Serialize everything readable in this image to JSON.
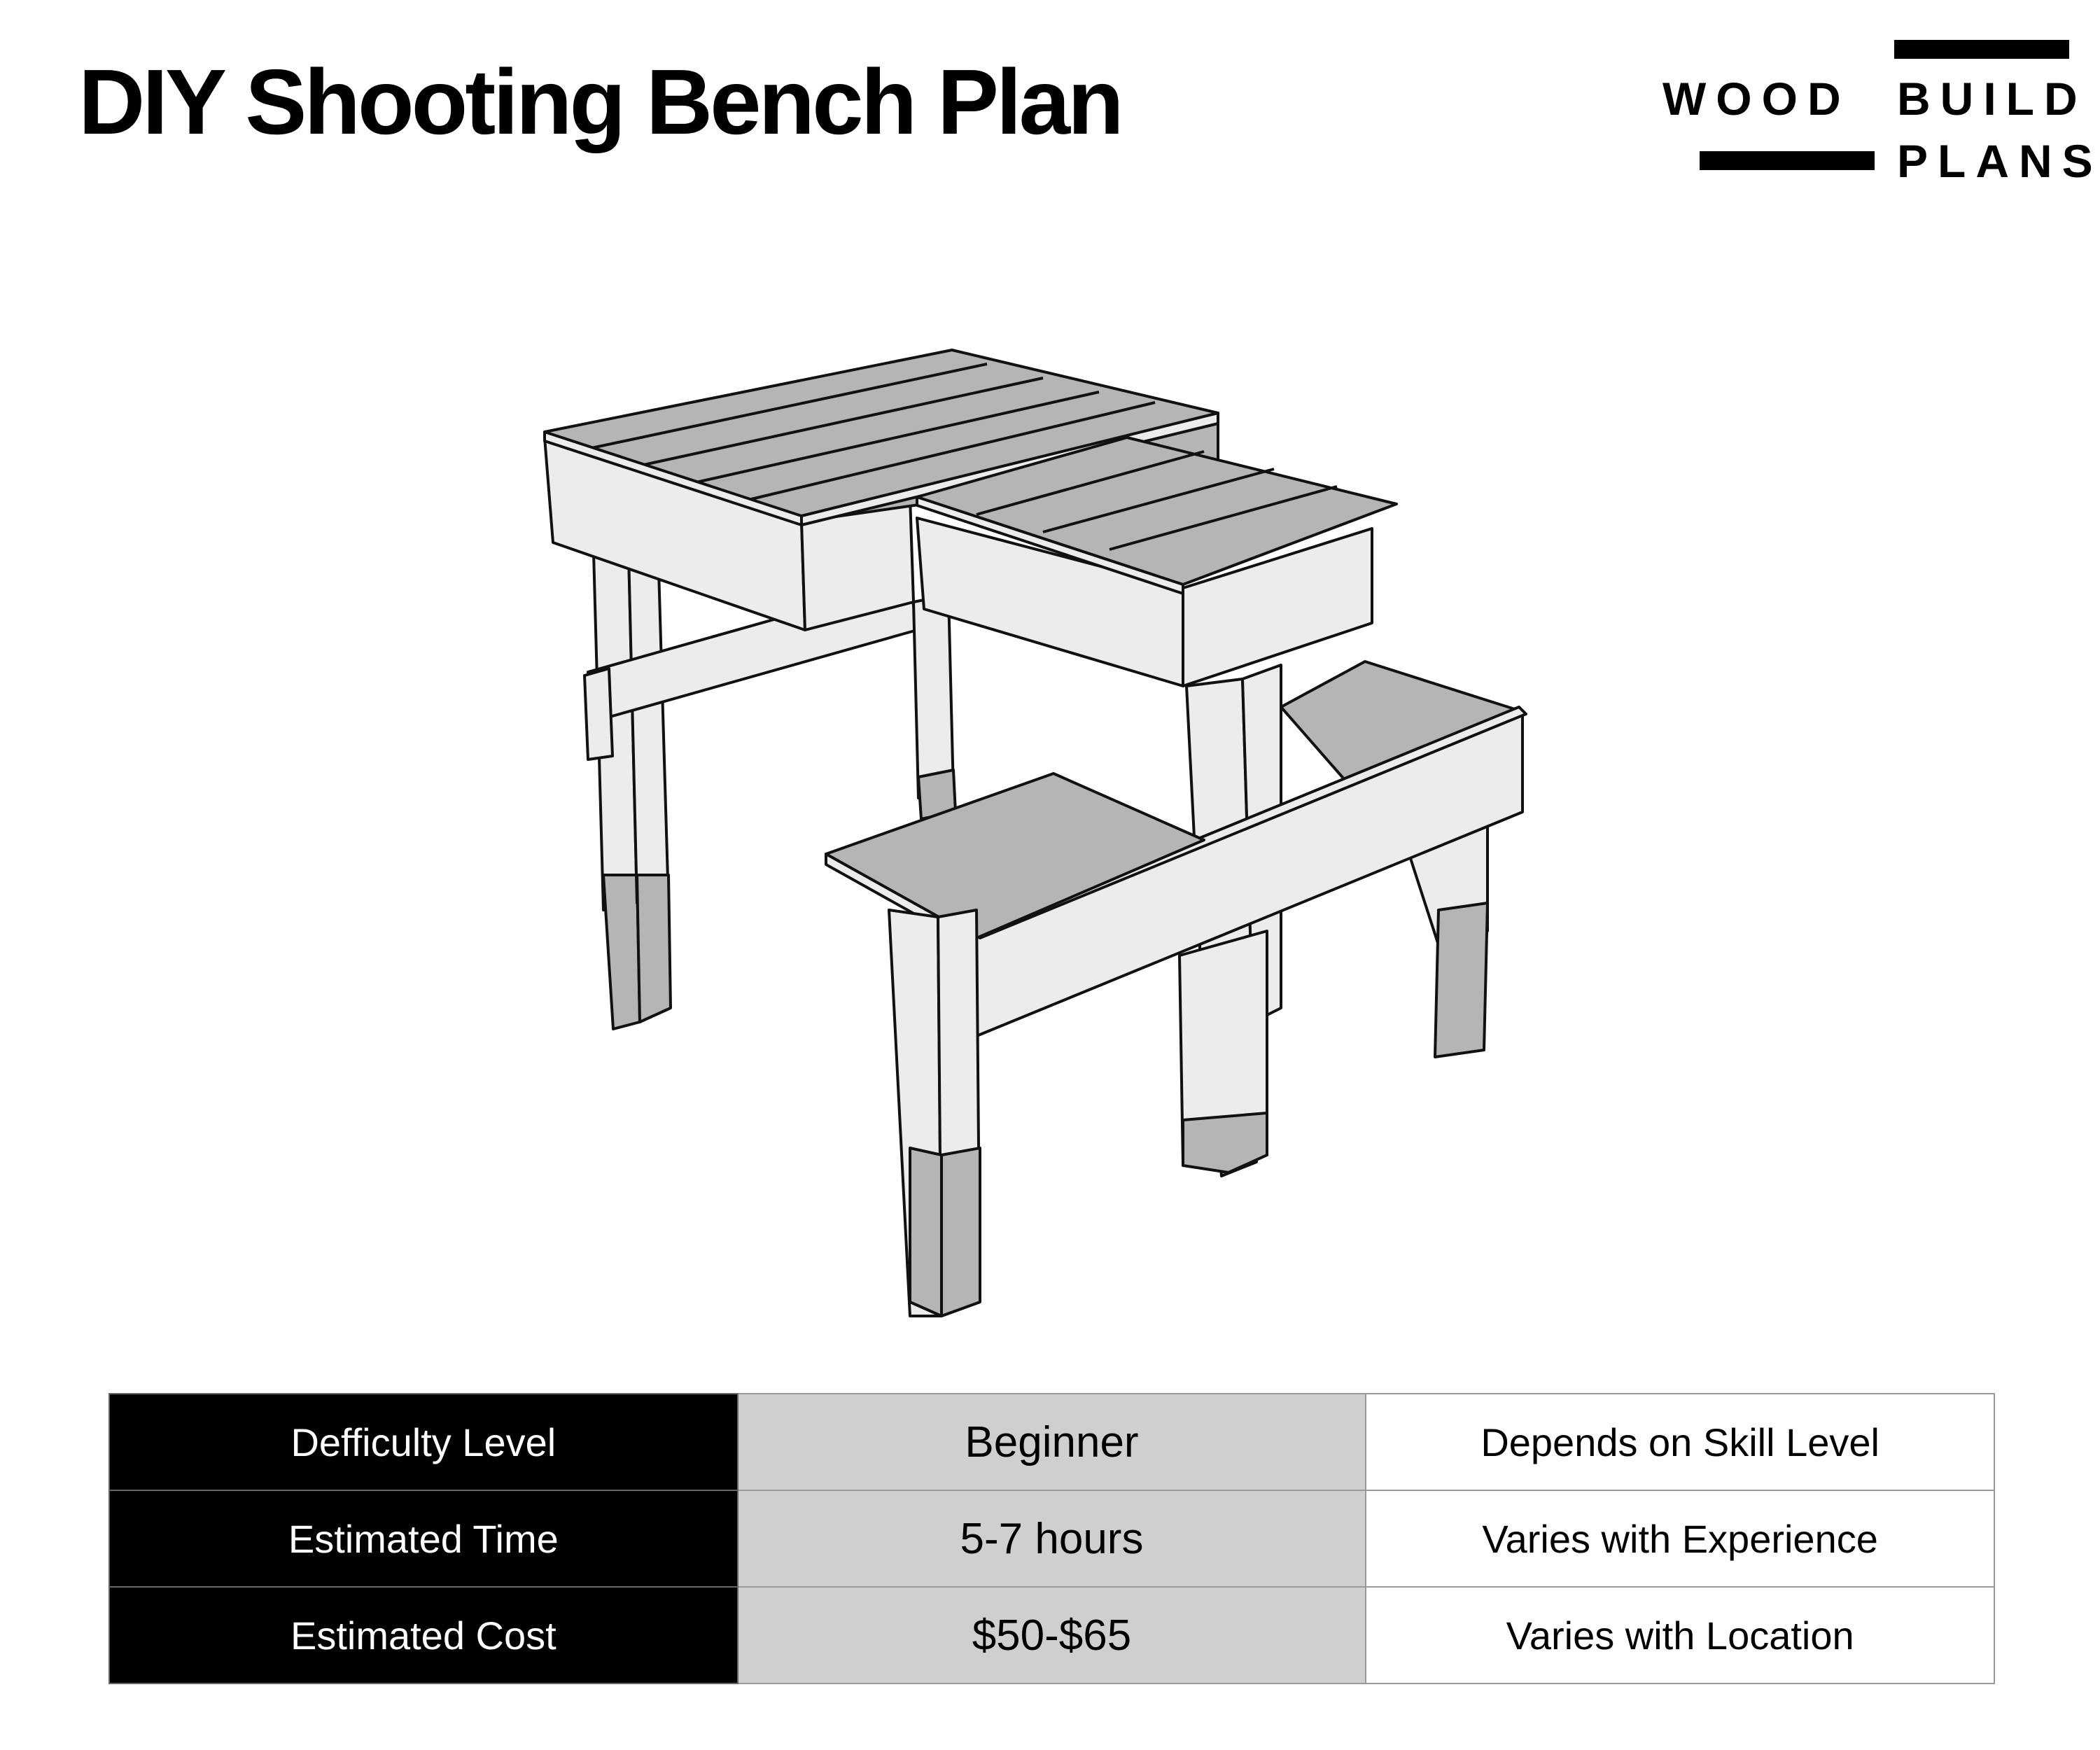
{
  "header": {
    "title": "DIY Shooting Bench Plan"
  },
  "logo": {
    "word1": "WOOD",
    "word2": "BUILD",
    "word3": "PLANS"
  },
  "illustration": {
    "subject": "shooting-bench-isometric",
    "wood_color": "#ececec",
    "top_color": "#b5b5b5",
    "line_color": "#111111"
  },
  "info_table": {
    "rows": [
      {
        "label": "Defficulty Level",
        "value": "Beginner",
        "note": "Depends on Skill Level"
      },
      {
        "label": "Estimated Time",
        "value": "5-7 hours",
        "note": "Varies with Experience"
      },
      {
        "label": "Estimated Cost",
        "value": "$50-$65",
        "note": "Varies with Location"
      }
    ],
    "colors": {
      "label_bg": "#000000",
      "value_bg": "#cfcfcf",
      "note_bg": "#ffffff"
    }
  }
}
